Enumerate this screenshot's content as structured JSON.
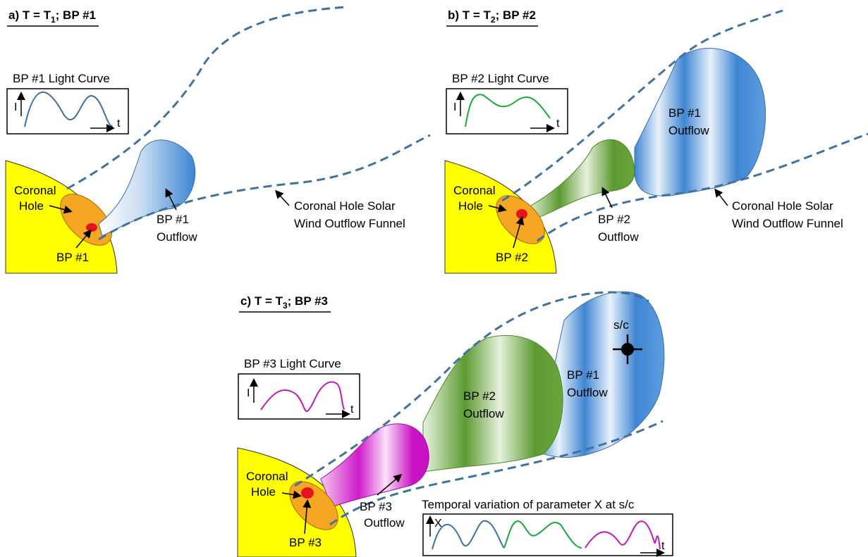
{
  "panels": {
    "a": {
      "title_main": "a) T = T",
      "title_sub": "1",
      "title_rest": "; BP #1",
      "light_curve_label": "BP #1 Light Curve",
      "coronal_hole_label_1": "Coronal",
      "coronal_hole_label_2": "Hole",
      "bp_label": "BP #1",
      "outflow_label_1": "BP #1",
      "outflow_label_2": "Outflow",
      "funnel_label_1": "Coronal Hole Solar",
      "funnel_label_2": "Wind Outflow Funnel",
      "curve_color": "#3f6f9c"
    },
    "b": {
      "title_main": "b) T = T",
      "title_sub": "2",
      "title_rest": "; BP #2",
      "light_curve_label": "BP #2 Light Curve",
      "coronal_hole_label_1": "Coronal",
      "coronal_hole_label_2": "Hole",
      "bp_label": "BP #2",
      "outflow1_label_1": "BP #1",
      "outflow1_label_2": "Outflow",
      "outflow2_label_1": "BP #2",
      "outflow2_label_2": "Outflow",
      "funnel_label_1": "Coronal Hole Solar",
      "funnel_label_2": "Wind Outflow Funnel",
      "curve_color": "#1aa63a"
    },
    "c": {
      "title_main": "c) T = T",
      "title_sub": "3",
      "title_rest": "; BP #3",
      "light_curve_label": "BP #3 Light Curve",
      "coronal_hole_label_1": "Coronal",
      "coronal_hole_label_2": "Hole",
      "bp_label": "BP #3",
      "outflow1_label_1": "BP #1",
      "outflow1_label_2": "Outflow",
      "outflow2_label_1": "BP #2",
      "outflow2_label_2": "Outflow",
      "outflow3_label_1": "BP #3",
      "outflow3_label_2": "Outflow",
      "sc_label": "s/c",
      "temporal_label": "Temporal variation of parameter X at s/c",
      "temporal_axis_y": "X",
      "curve_color": "#c21bb8"
    }
  },
  "axis_labels": {
    "intensity": "I",
    "time": "t"
  },
  "colors": {
    "sun": "#ffff00",
    "coronal_hole": "#f5a623",
    "bright_point": "#e8121c",
    "funnel": "#41719c",
    "bp1_outflow": "#4a8fd4",
    "bp2_outflow": "#6aa53c",
    "bp3_outflow": "#c912c4"
  }
}
